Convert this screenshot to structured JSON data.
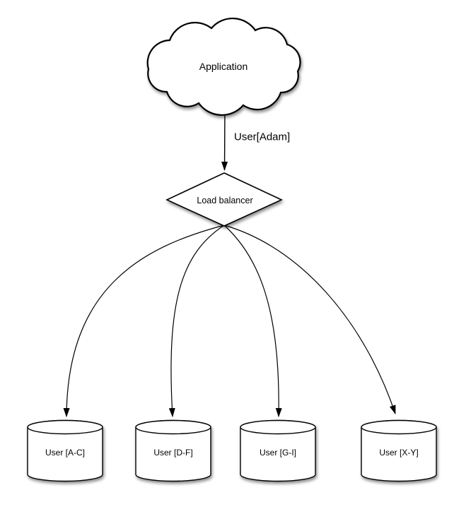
{
  "diagram": {
    "background": "#ffffff",
    "stroke_color": "#000000",
    "shape_fill": "#ffffff",
    "text_color": "#000000",
    "nodes": {
      "application": {
        "label": "Application",
        "shape": "cloud"
      },
      "load_balancer": {
        "label": "Load balancer",
        "shape": "diamond"
      },
      "databases": [
        {
          "label": "User [A-C]",
          "shape": "cylinder"
        },
        {
          "label": "User [D-F]",
          "shape": "cylinder"
        },
        {
          "label": "User [G-I]",
          "shape": "cylinder"
        },
        {
          "label": "User [X-Y]",
          "shape": "cylinder"
        }
      ]
    },
    "edges": {
      "app_to_lb": {
        "label": "User[Adam]",
        "from": "Application",
        "to": "Load balancer"
      },
      "lb_to_databases": [
        {
          "from": "Load balancer",
          "to": "User [A-C]"
        },
        {
          "from": "Load balancer",
          "to": "User [D-F]"
        },
        {
          "from": "Load balancer",
          "to": "User [G-I]"
        },
        {
          "from": "Load balancer",
          "to": "User [X-Y]"
        }
      ]
    }
  }
}
